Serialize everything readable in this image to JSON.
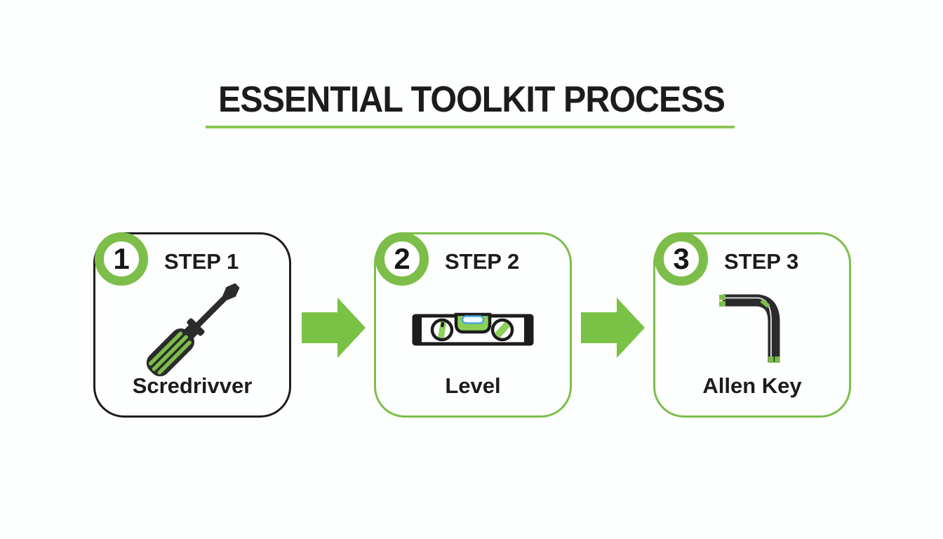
{
  "title": "ESSENTIAL TOOLKIT PROCESS",
  "colors": {
    "accent_green": "#7cbe49",
    "arrow_green": "#79c245",
    "underline_green": "#8cc653",
    "card1_border": "#1d1d1b",
    "text_dark": "#1c1c1c",
    "icon_dark": "#2b2b2b",
    "bubble_blue": "#45a7d9"
  },
  "steps": [
    {
      "number": "1",
      "label": "STEP 1",
      "tool": "Scredrivver",
      "icon": "screwdriver-icon"
    },
    {
      "number": "2",
      "label": "STEP 2",
      "tool": "Level",
      "icon": "level-icon"
    },
    {
      "number": "3",
      "label": "STEP 3",
      "tool": "Allen Key",
      "icon": "allen-key-icon"
    }
  ]
}
